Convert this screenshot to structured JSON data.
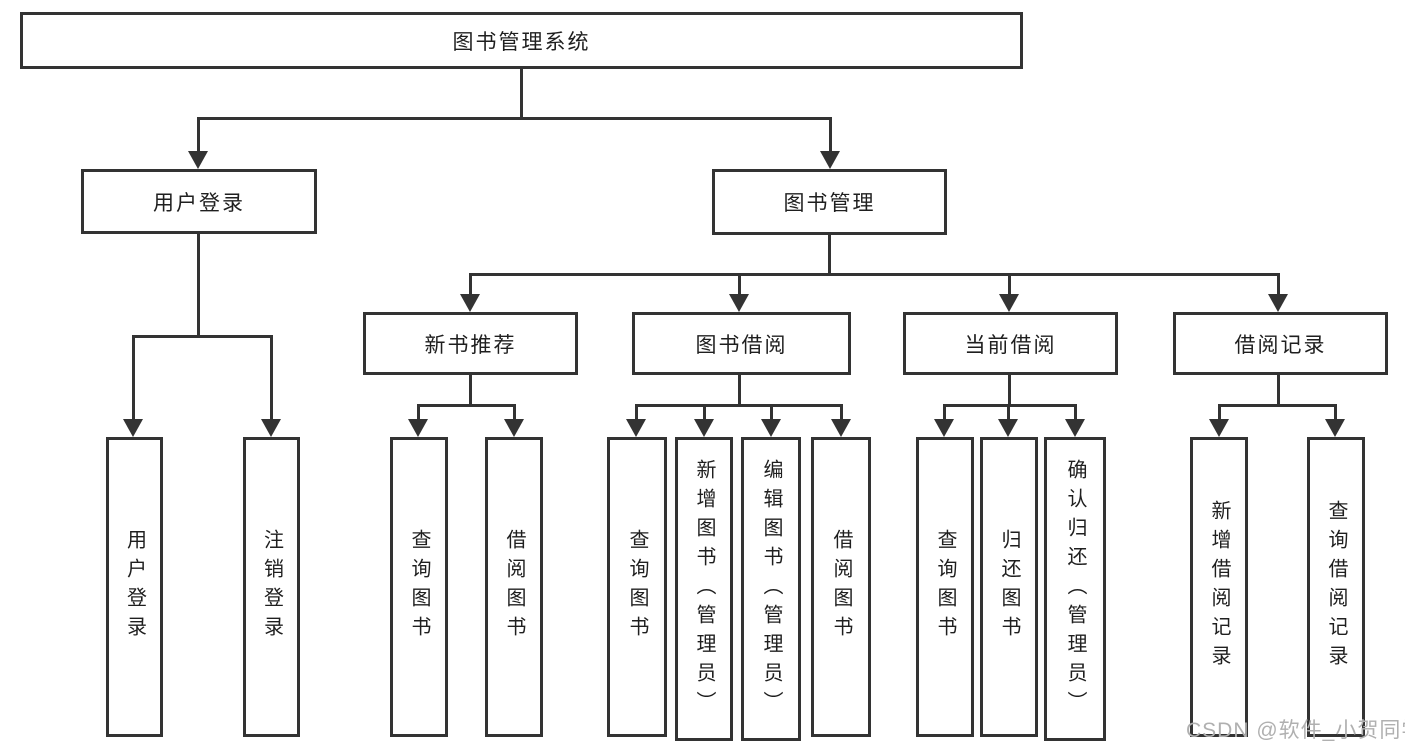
{
  "diagram_title": "图书管理系统",
  "tree": {
    "root": {
      "label": "图书管理系统"
    },
    "branches": [
      {
        "label": "用户登录",
        "children": [
          {
            "label": "用户登录"
          },
          {
            "label": "注销登录"
          }
        ]
      },
      {
        "label": "图书管理",
        "children": [
          {
            "label": "新书推荐",
            "children": [
              {
                "label": "查询图书"
              },
              {
                "label": "借阅图书"
              }
            ]
          },
          {
            "label": "图书借阅",
            "children": [
              {
                "label": "查询图书"
              },
              {
                "label": "新增图书（管理员）"
              },
              {
                "label": "编辑图书（管理员）"
              },
              {
                "label": "借阅图书"
              }
            ]
          },
          {
            "label": "当前借阅",
            "children": [
              {
                "label": "查询图书"
              },
              {
                "label": "归还图书"
              },
              {
                "label": "确认归还（管理员）"
              }
            ]
          },
          {
            "label": "借阅记录",
            "children": [
              {
                "label": "新增借阅记录"
              },
              {
                "label": "查询借阅记录"
              }
            ]
          }
        ]
      }
    ]
  },
  "watermark": {
    "text": "CSDN @软件_小贺同学"
  },
  "colors": {
    "line": "#333333",
    "box_border": "#333333",
    "box_fill": "#ffffff",
    "text": "#1f1f1f",
    "watermark": "#b0b0b0",
    "background": "#ffffff"
  }
}
